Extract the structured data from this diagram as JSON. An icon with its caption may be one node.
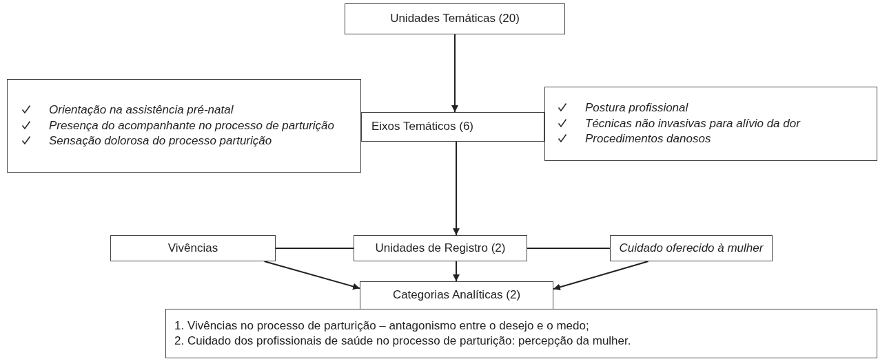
{
  "diagram": {
    "nodes": [
      {
        "text": [
          "Unidades Temáticas (20)"
        ]
      },
      {
        "text": [
          "Orientação na assistência pré-natal",
          "Presença do acompanhante no processo de parturição",
          "Sensação dolorosa do processo parturição"
        ]
      },
      {
        "text": [
          "Eixos Temáticos (6)"
        ]
      },
      {
        "text": [
          "Postura profissional",
          "Técnicas não invasivas para alívio da dor",
          "Procedimentos danosos"
        ]
      },
      {
        "text": [
          "Vivências"
        ]
      },
      {
        "text": [
          "Unidades de Registro (2)"
        ]
      },
      {
        "text": [
          "Cuidado oferecido à mulher"
        ]
      },
      {
        "text": [
          "Categorias Analíticas (2)"
        ]
      },
      {
        "text": [
          "1. Vivências no processo de parturição – antagonismo entre o desejo e o medo;",
          "2. Cuidado dos profissionais de saúde no processo de parturição: percepção da mulher."
        ]
      }
    ],
    "edges": [
      {
        "from": 0,
        "to": 2,
        "arrow": "to"
      },
      {
        "from": 2,
        "to": 5,
        "arrow": "to"
      },
      {
        "from": 4,
        "to": 5,
        "arrow": "none"
      },
      {
        "from": 5,
        "to": 6,
        "arrow": "none"
      },
      {
        "from": 4,
        "to": 7,
        "arrow": "to"
      },
      {
        "from": 5,
        "to": 7,
        "arrow": "to"
      },
      {
        "from": 6,
        "to": 7,
        "arrow": "to"
      }
    ]
  }
}
